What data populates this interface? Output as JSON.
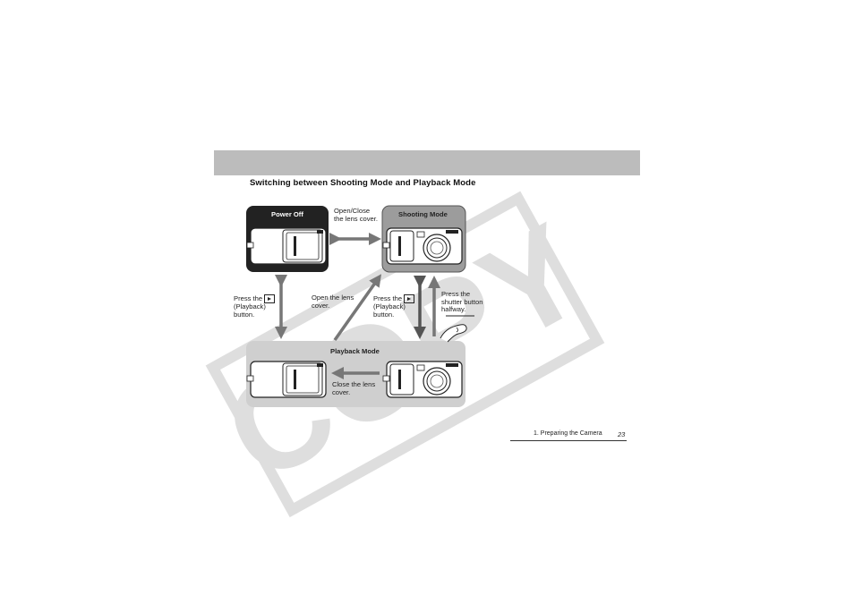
{
  "page": {
    "section_title": "Switching between Shooting Mode and Playback Mode",
    "footer": {
      "chapter": "1.   Preparing the Camera",
      "page_number": "23"
    },
    "watermark": "COPY"
  },
  "diagram": {
    "states": {
      "power_off": "Power Off",
      "shooting": "Shooting Mode",
      "playback": "Playback Mode"
    },
    "labels": {
      "open_close": [
        "Open/Close",
        "the lens cover."
      ],
      "press_playback_left": [
        "Press the",
        "(Playback)",
        "button."
      ],
      "open_lens": [
        "Open the lens",
        "cover."
      ],
      "press_playback_right": [
        "Press the",
        "(Playback)",
        "button."
      ],
      "press_shutter": [
        "Press the",
        "shutter button",
        "halfway."
      ],
      "close_lens": [
        "Close the lens",
        "cover."
      ]
    },
    "icons": [
      "playback-button-icon",
      "finger-press-icon",
      "camera-closed-icon",
      "camera-open-icon"
    ]
  },
  "colors": {
    "band": "#bcbcbc",
    "power_off_bg": "#222222",
    "shooting_bg": "#9c9c9c",
    "playback_bg": "#cfcfcf",
    "arrow": "#777777",
    "watermark": "#d9d9d9"
  }
}
